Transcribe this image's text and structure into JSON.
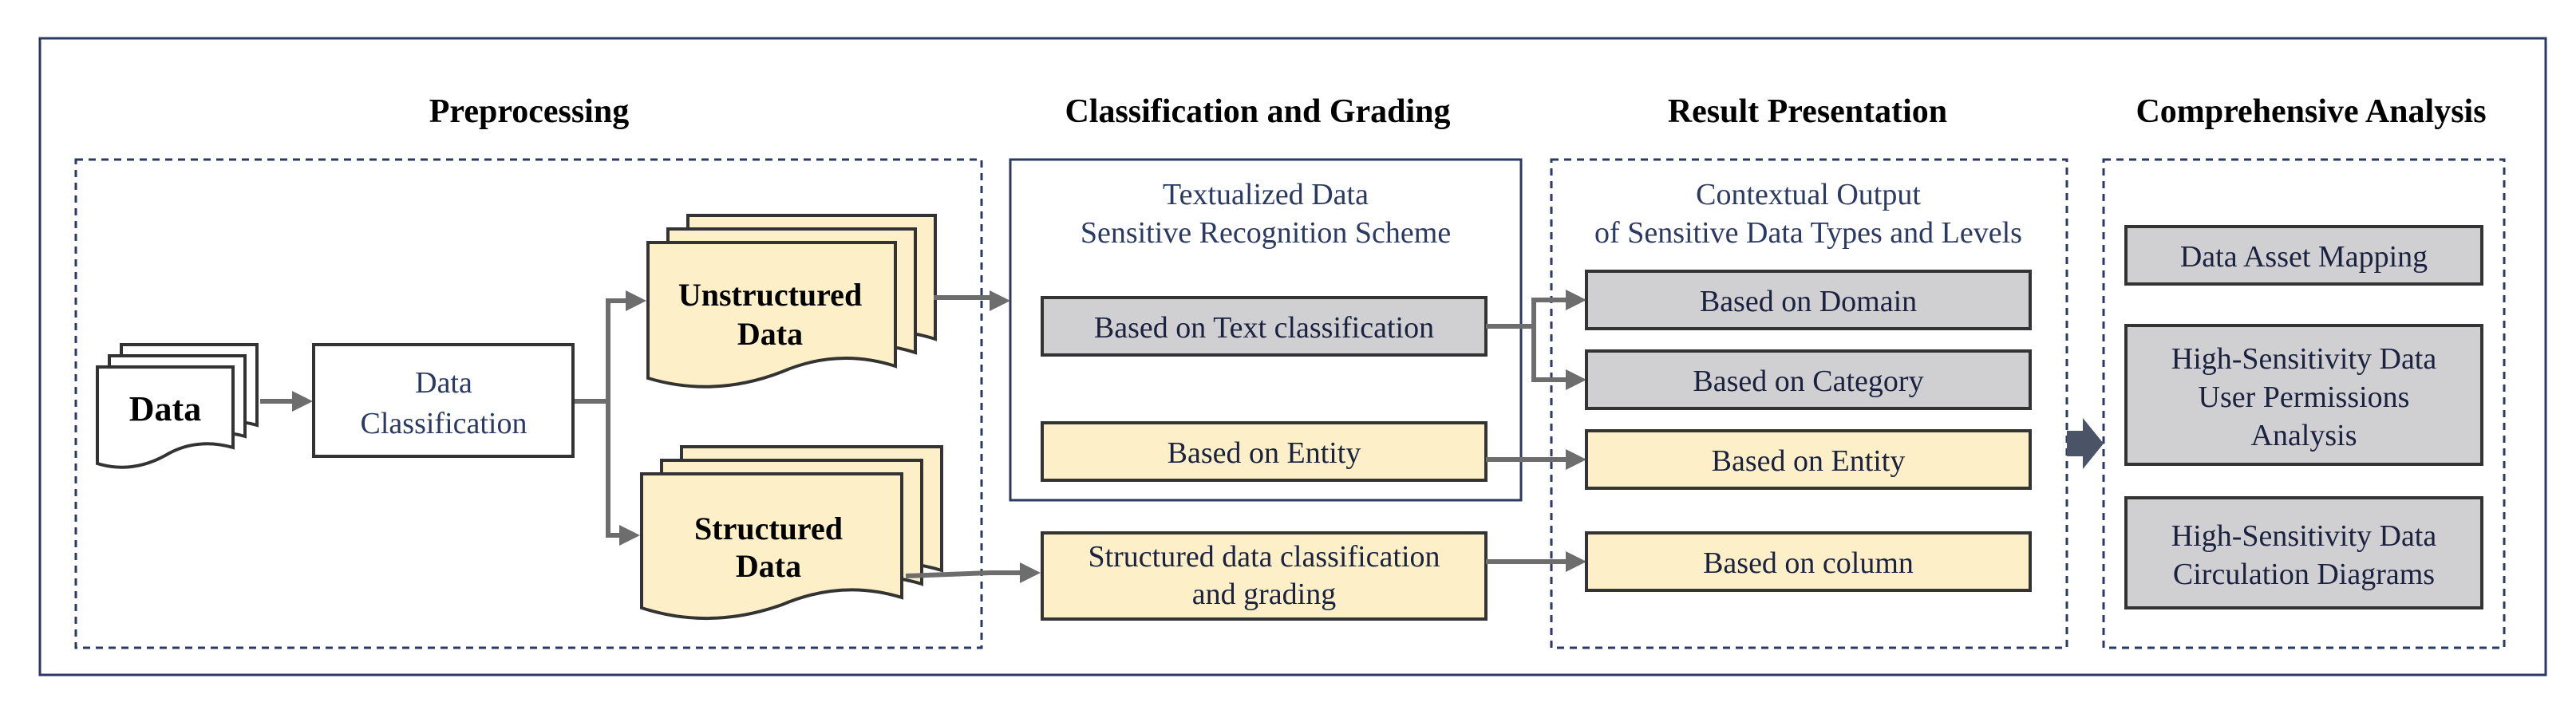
{
  "sections": {
    "preprocessing": "Preprocessing",
    "classification": "Classification and Grading",
    "result": "Result Presentation",
    "analysis": "Comprehensive Analysis"
  },
  "preprocessing": {
    "data": "Data",
    "data_classification": [
      "Data",
      "Classification"
    ],
    "unstructured": [
      "Unstructured",
      "Data"
    ],
    "structured": [
      "Structured",
      "Data"
    ]
  },
  "classification": {
    "scheme_title": [
      "Textualized Data",
      "Sensitive Recognition Scheme"
    ],
    "text_classification": "Based on Text classification",
    "entity": "Based on Entity",
    "structured_grading": [
      "Structured data classification",
      "and grading"
    ]
  },
  "result": {
    "output_title": [
      "Contextual Output",
      "of Sensitive Data Types and Levels"
    ],
    "domain": "Based on Domain",
    "category": "Based on Category",
    "entity": "Based on Entity",
    "column": "Based on column"
  },
  "analysis": {
    "asset_mapping": "Data Asset Mapping",
    "permissions": [
      "High-Sensitivity Data",
      "User Permissions",
      "Analysis"
    ],
    "circulation": [
      "High-Sensitivity Data",
      "Circulation Diagrams"
    ]
  },
  "colors": {
    "frame": "#2b3a63",
    "gray_fill": "#d0d0d2",
    "cream_fill": "#fdf0c8",
    "arrow": "#6d6d6d",
    "big_arrow": "#4a5466"
  }
}
